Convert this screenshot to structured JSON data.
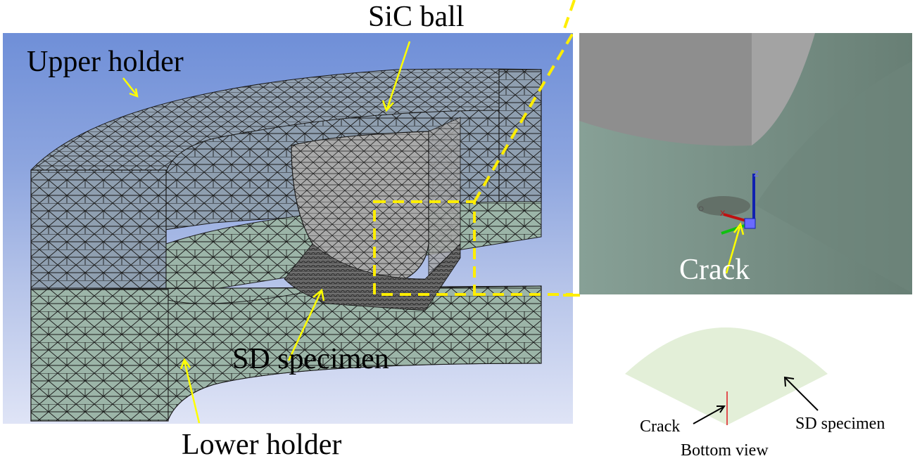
{
  "figure": {
    "main_view": {
      "labels": {
        "upper_holder": "Upper holder",
        "sic_ball": "SiC ball",
        "sd_specimen": "SD specimen",
        "lower_holder": "Lower holder"
      },
      "colors": {
        "background_top": "#6f8fd8",
        "background_bottom": "#dfe4f6",
        "upper_holder_fill": "#8f9fb0",
        "lower_holder_fill": "#9cb5a8",
        "sic_ball_fill": "#a9a9a9",
        "mesh_lines": "#1a1a1a",
        "arrow": "#ffff00",
        "zoom_box": "#ffee00"
      }
    },
    "zoom_view": {
      "label": "Crack",
      "axes": {
        "x": "X",
        "y": "Y",
        "z": "Z"
      },
      "colors": {
        "specimen": "#7f978c",
        "ball": "#8e8e8e",
        "ball_light": "#a3a3a3",
        "x_axis": "#c01010",
        "y_axis": "#10c010",
        "z_axis": "#1020b0",
        "origin_box": "#6a6aff"
      }
    },
    "bottom_view": {
      "title": "Bottom view",
      "crack_label": "Crack",
      "specimen_label": "SD specimen",
      "colors": {
        "sector_fill": "#e3efd8",
        "crack_line": "#e05050",
        "arrow": "#000000"
      }
    }
  }
}
